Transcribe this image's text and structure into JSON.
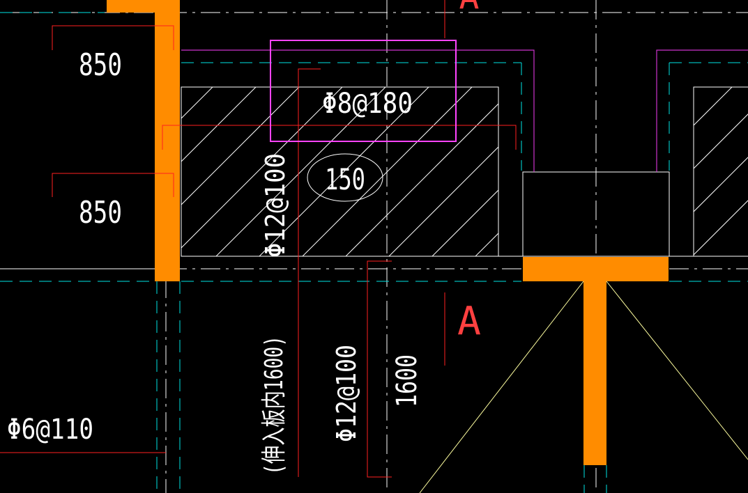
{
  "colors": {
    "background": "#000000",
    "wall_fill": "#ff8c00",
    "dim_line": "#ff2020",
    "hatch": "#ffffff",
    "axis_line": "#ffffff",
    "cyan_dash": "#00e5e5",
    "magenta": "#cc33cc",
    "selection_box": "#ff44ff",
    "yellow_line": "#ffffa0"
  },
  "labels": {
    "dim_top": "850",
    "dim_mid": "850",
    "rebar_top": "Φ8@180",
    "slab_thickness": "150",
    "rebar_vertical_left": "Φ12@100",
    "rebar_vertical_right": "Φ12@100",
    "span_dim": "1600",
    "extend_note": "(伸入板内1600)",
    "rebar_bottom_left": "Φ6@110",
    "section_mark_top": "A",
    "section_mark_bottom": "A"
  }
}
